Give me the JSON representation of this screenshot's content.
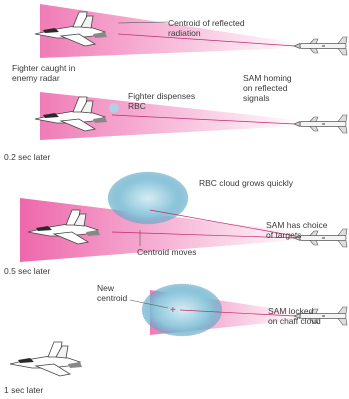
{
  "panels": [
    {
      "time": "",
      "labels": [
        "Centroid of reflected\nradiation",
        "Fighter caught in\nenemy radar",
        "SAM homing\non reflected\nsignals"
      ]
    },
    {
      "time": "0.2 sec later",
      "labels": [
        "Fighter dispenses\nRBC"
      ]
    },
    {
      "time": "0.5 sec later",
      "labels": [
        "RBC cloud grows quickly",
        "SAM has choice\nof targets",
        "Centroid moves"
      ]
    },
    {
      "time": "1 sec later",
      "labels": [
        "New\ncentroid",
        "SAM locked\non chaff cloud"
      ]
    }
  ],
  "colors": {
    "beam": "#e8358f",
    "cloud": "#6fb5cf",
    "ink": "#3a3a3a"
  }
}
